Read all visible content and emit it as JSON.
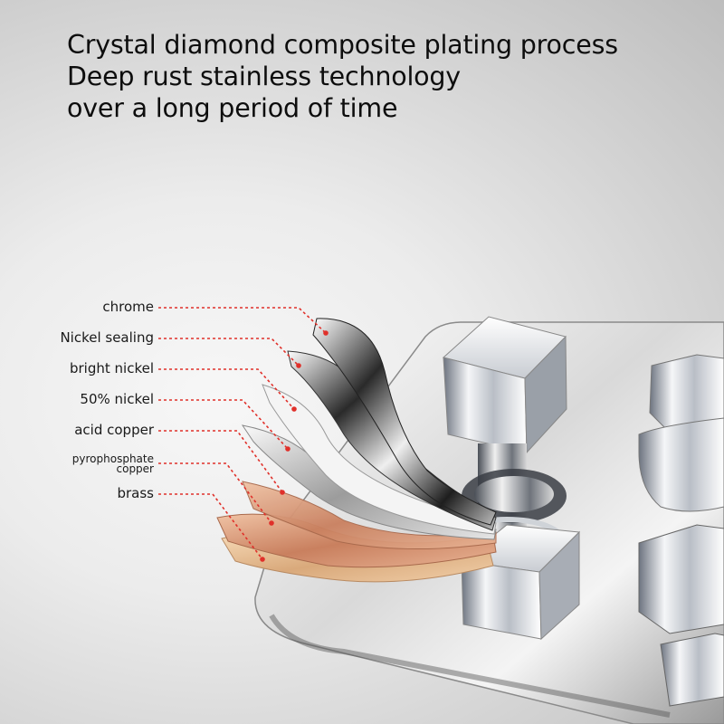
{
  "headline": {
    "line1": "Crystal diamond composite plating process",
    "line2": "Deep rust stainless technology",
    "line3": "over a long period of time"
  },
  "layers": [
    {
      "label": "chrome"
    },
    {
      "label": "Nickel sealing"
    },
    {
      "label": "bright nickel"
    },
    {
      "label": "50% nickel"
    },
    {
      "label": "acid copper"
    },
    {
      "label": "pyrophosphate copper"
    },
    {
      "label": "brass"
    }
  ],
  "colors": {
    "leader_line": "#e0302a",
    "text": "#111111",
    "copper": "#c9896a",
    "brass": "#e3b98f"
  }
}
